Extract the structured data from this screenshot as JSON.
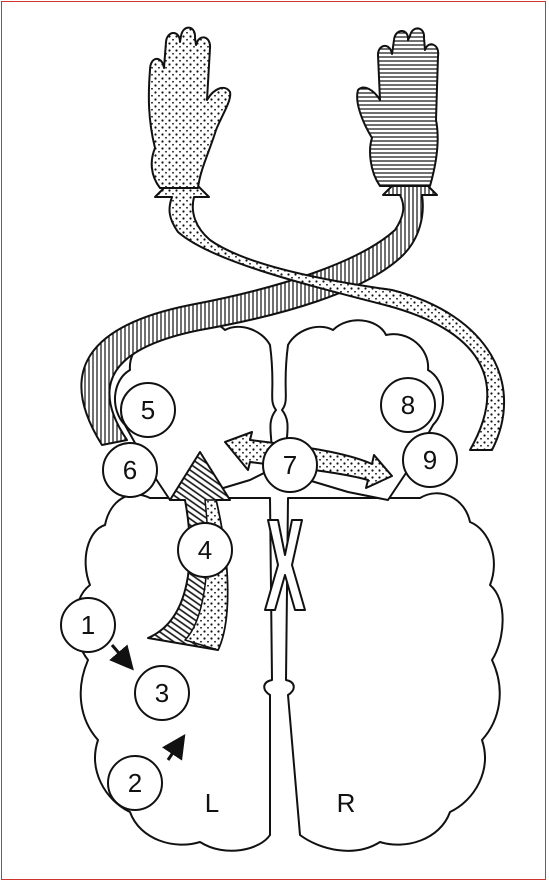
{
  "diagram": {
    "nodes": [
      "1",
      "2",
      "3",
      "4",
      "5",
      "6",
      "7",
      "8",
      "9"
    ],
    "hemisphere_labels": {
      "left": "L",
      "right": "R"
    },
    "colors": {
      "frame": "#d0342c",
      "ink": "#111111"
    }
  }
}
